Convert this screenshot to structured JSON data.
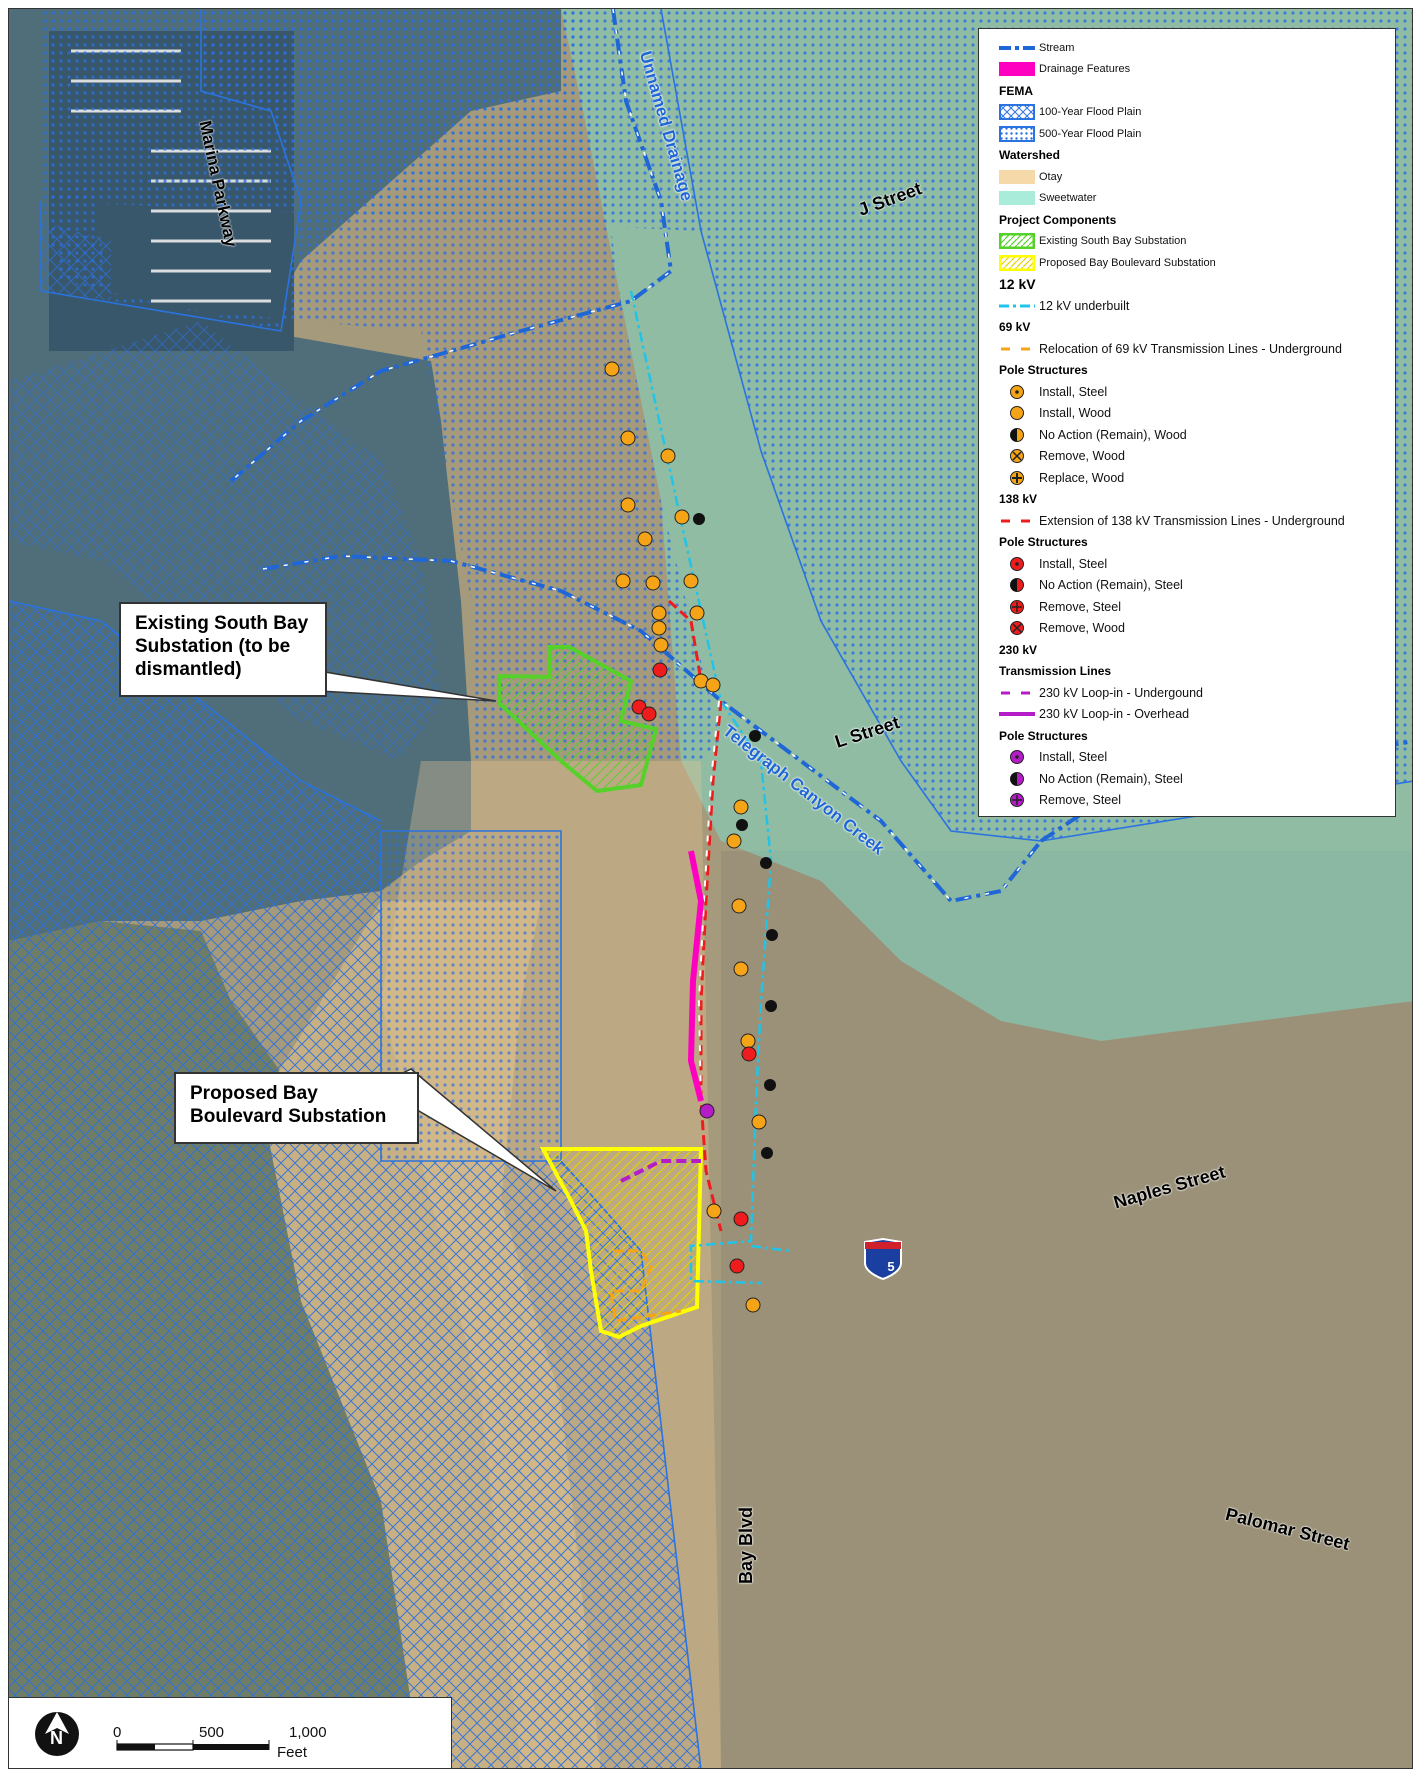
{
  "map": {
    "street_labels": {
      "marina_parkway": "Marina Parkway",
      "unnamed_drainage": "Unnamed Drainage",
      "j_street": "J Street",
      "l_street": "L Street",
      "telegraph_canyon_creek": "Telegraph Canyon Creek",
      "naples_street": "Naples Street",
      "palomar_street": "Palomar Street",
      "bay_blvd": "Bay Blvd",
      "interstate_shield": "5"
    },
    "callouts": {
      "existing": "Existing South Bay Substation (to be dismantled)",
      "proposed": "Proposed Bay Boulevard Substation"
    }
  },
  "legend": {
    "stream": "Stream",
    "drainage": "Drainage Features",
    "fema_heading": "FEMA",
    "flood_100": "100-Year Flood Plain",
    "flood_500": "500-Year Flood Plain",
    "watershed_heading": "Watershed",
    "otay": "Otay",
    "sweetwater": "Sweetwater",
    "project_heading": "Project Components",
    "existing_substation": "Existing South Bay Substation",
    "proposed_substation": "Proposed Bay Boulevard Substation",
    "kv12_heading": "12 kV",
    "kv12_line": "12 kV underbuilt",
    "kv69_heading": "69 kV",
    "kv69_line": "Relocation of 69 kV Transmission Lines - Underground",
    "pole_heading_69": "Pole Structures",
    "p69_install_steel": "Install, Steel",
    "p69_install_wood": "Install, Wood",
    "p69_noaction_wood": "No Action (Remain), Wood",
    "p69_remove_wood": "Remove, Wood",
    "p69_replace_wood": "Replace, Wood",
    "kv138_heading": "138 kV",
    "kv138_line": "Extension of 138 kV Transmission Lines - Underground",
    "pole_heading_138": "Pole Structures",
    "p138_install_steel": "Install, Steel",
    "p138_noaction_steel": "No Action (Remain), Steel",
    "p138_remove_steel": "Remove, Steel",
    "p138_remove_wood": "Remove, Wood",
    "kv230_heading": "230 kV",
    "tl_heading": "Transmission Lines",
    "kv230_under": "230 kV Loop-in - Undergound",
    "kv230_over": "230 kV Loop-in - Overhead",
    "pole_heading_230": "Pole Structures",
    "p230_install_steel": "Install, Steel",
    "p230_noaction_steel": "No Action (Remain), Steel",
    "p230_remove_steel": "Remove, Steel",
    "colors": {
      "stream": "#1f66d6",
      "drainage": "#ff00c0",
      "flood": "#2a73e0",
      "otay": "#f5d9a8",
      "sweetwater": "#a8ecd9",
      "existing": "#55d12a",
      "proposed": "#ffff00",
      "kv12": "#21c4e8",
      "kv69": "#f5a418",
      "kv138": "#ee1c1c",
      "kv230": "#b41cc8"
    }
  },
  "scale": {
    "tick0": "0",
    "tick1": "500",
    "tick2": "1,000",
    "unit": "Feet"
  },
  "north_arrow": "N"
}
